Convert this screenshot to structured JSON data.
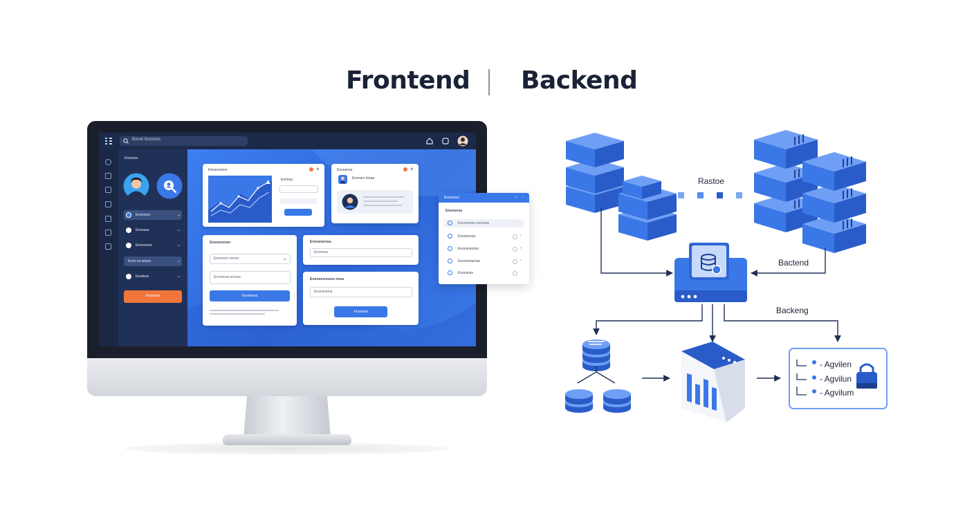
{
  "headings": {
    "frontend": "Frontend",
    "backend": "Backend"
  },
  "frontend_ui": {
    "search_text": "Enrvd Srsnnsrs",
    "nav_title": "Enonsss",
    "nav_items": [
      "Enonnsrs",
      "Enonsas",
      "Enonnsrns",
      "Enov ns srasrs",
      "Ensdnss"
    ],
    "primary_button": "Enonnsd",
    "card_chart": {
      "title": "Eonsnsnsns",
      "side_label": "Enonsa"
    },
    "card_profile": {
      "title": "Enonsnsa",
      "name": "Enonsrs hrsaa"
    },
    "card_form_left": {
      "title": "Enonsnsnsn",
      "select": "Enonnsrs nensa",
      "input": "Enonsnsa nrsnsa",
      "button": "Enonsnsa"
    },
    "card_form_mid_top": {
      "title": "Eronsnsrnsa",
      "input": "Enonnsa"
    },
    "card_form_mid_bottom": {
      "title": "Enonsnsnnsns nnsa",
      "input": "Enonsnsma",
      "button": "Enonsnd"
    },
    "floating_list": {
      "header": "Enonsnss",
      "title": "Enonsnsa",
      "search": "Enonnsnss nsnsnsa",
      "items": [
        "Enonnsnss nsnsnsa",
        "Enonsnnsa",
        "Enonsnsnsns",
        "Enonnsnsrnsa",
        "Enonsnss"
      ]
    }
  },
  "backend_diagram": {
    "labels": {
      "rastoe": "Rastoe",
      "bactend": "Bactend",
      "backeng": "Backeng"
    },
    "permissions": [
      "- Agvilen",
      "- Agvilun",
      "- Agvilum"
    ]
  },
  "colors": {
    "accent_blue": "#3b78e7",
    "dark_navy": "#1f2f55",
    "orange": "#f2763b",
    "heading": "#1a2236"
  }
}
